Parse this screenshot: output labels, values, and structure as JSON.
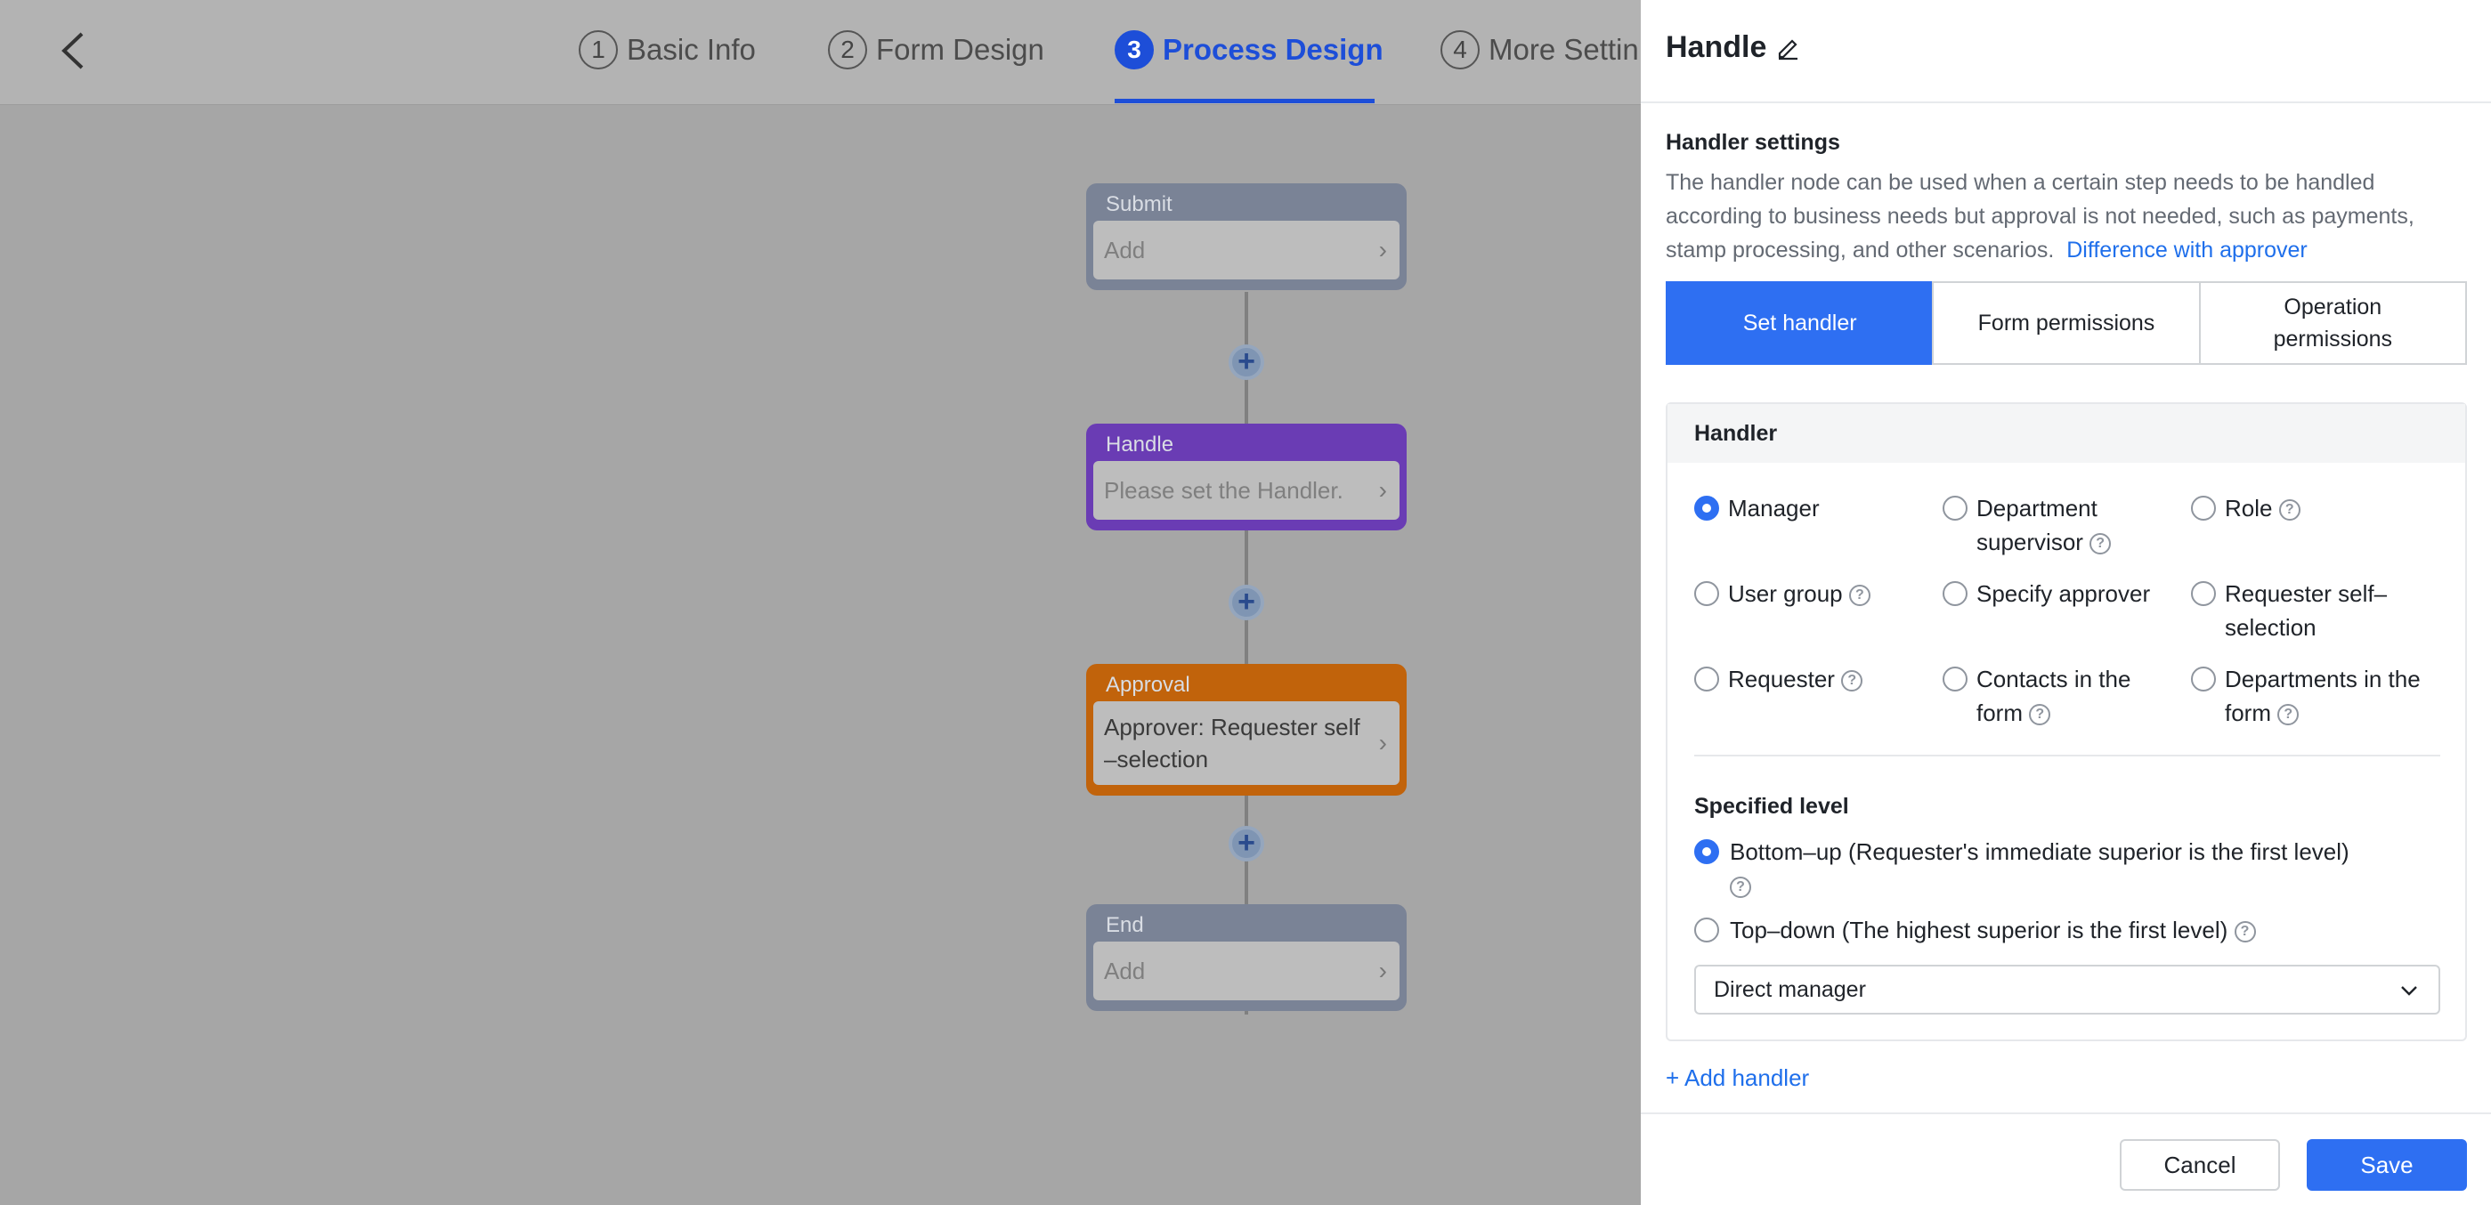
{
  "steps": [
    {
      "num": "1",
      "label": "Basic Info"
    },
    {
      "num": "2",
      "label": "Form Design"
    },
    {
      "num": "3",
      "label": "Process Design"
    },
    {
      "num": "4",
      "label": "More Settin"
    }
  ],
  "flow": {
    "submit": {
      "title": "Submit",
      "body": "Add"
    },
    "handle": {
      "title": "Handle",
      "body": "Please set the Handler."
    },
    "approval": {
      "title": "Approval",
      "body": "Approver: Requester self\n–selection"
    },
    "end": {
      "title": "End",
      "body": "Add"
    }
  },
  "drawer": {
    "title": "Handle",
    "section_title": "Handler settings",
    "description": "The handler node can be used when a certain step needs to be handled according to business needs but approval is not needed, such as payments, stamp processing, and other scenarios.",
    "description_link": "Difference with approver",
    "tabs": [
      "Set handler",
      "Form permissions",
      "Operation\npermissions"
    ],
    "handler_panel": {
      "title": "Handler",
      "options": [
        {
          "label": "Manager",
          "selected": true
        },
        {
          "label": "Department\nsupervisor",
          "selected": false
        },
        {
          "label": "Role",
          "selected": false
        },
        {
          "label": "User group",
          "selected": false
        },
        {
          "label": "Specify approver",
          "selected": false
        },
        {
          "label": "Requester self–\nselection",
          "selected": false
        },
        {
          "label": "Requester",
          "selected": false
        },
        {
          "label": "Contacts in the\nform",
          "selected": false
        },
        {
          "label": "Departments in the\nform",
          "selected": false
        }
      ],
      "level_title": "Specified level",
      "level_options": [
        {
          "label": "Bottom–up (Requester's immediate superior is the first level)",
          "selected": true
        },
        {
          "label": "Top–down (The highest superior is the first level)",
          "selected": false
        }
      ],
      "level_select": "Direct manager"
    },
    "add_handler": "Add handler",
    "cancel": "Cancel",
    "save": "Save"
  },
  "colors": {
    "accent": "#2e6ff2",
    "handle_node": "#6a3cb4",
    "approval_node": "#c1630b",
    "neutral_node": "#7a8396"
  }
}
